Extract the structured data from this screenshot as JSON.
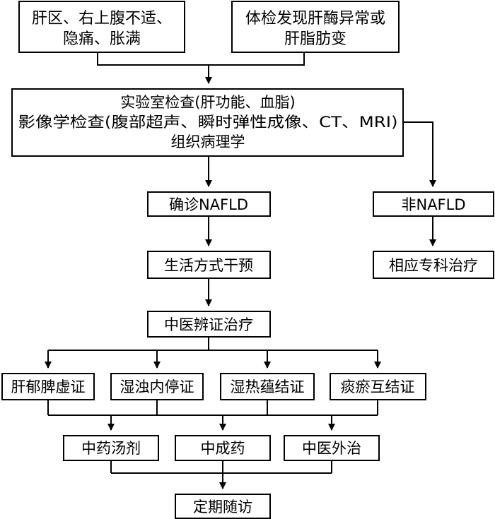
{
  "symptom_box": {
    "line1": "肝区、右上腹不适、",
    "line2": "隐痛、胀满"
  },
  "exam_box": {
    "line1": "体检发现肝酶异常或",
    "line2": "肝脂肪变"
  },
  "tests_box": {
    "line1": "实验室检查(肝功能、血脂)",
    "line2": "影像学检查(腹部超声、瞬时弹性成像、CT、MRI)",
    "line3": "组织病理学"
  },
  "confirmed": "确诊NAFLD",
  "non_nafld": "非NAFLD",
  "lifestyle": "生活方式干预",
  "specialty": "相应专科治疗",
  "tcm_therapy": "中医辨证治疗",
  "syndromes": [
    "肝郁脾虚证",
    "湿浊内停证",
    "湿热蕴结证",
    "痰瘀互结证"
  ],
  "treatments": [
    "中药汤剂",
    "中成药",
    "中医外治"
  ],
  "followup": "定期随访"
}
